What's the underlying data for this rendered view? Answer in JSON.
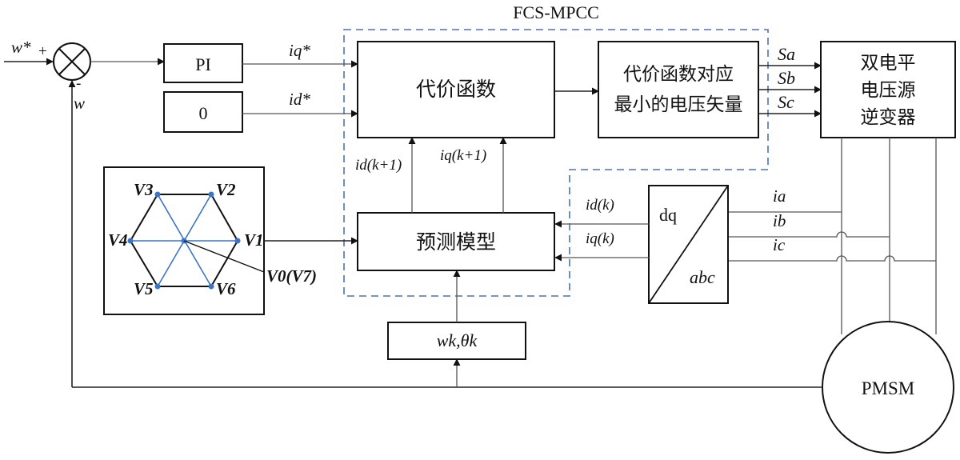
{
  "diagram": {
    "region_title": "FCS-MPCC",
    "blocks": {
      "pi": "PI",
      "zero": "0",
      "cost": "代价函数",
      "minvec_line1": "代价函数对应",
      "minvec_line2": "最小的电压矢量",
      "inverter_line1": "双电平",
      "inverter_line2": "电压源",
      "inverter_line3": "逆变器",
      "predict": "预测模型",
      "transform_top": "dq",
      "transform_bottom": "abc",
      "speed_angle": "wk,θk",
      "motor": "PMSM"
    },
    "signals": {
      "w_ref": "w*",
      "plus": "+",
      "minus": "-",
      "w_fb": "w",
      "iq_ref": "iq*",
      "id_ref": "id*",
      "id_next": "id(k+1)",
      "iq_next": "iq(k+1)",
      "id_k": "id(k)",
      "iq_k": "iq(k)",
      "sa": "Sa",
      "sb": "Sb",
      "sc": "Sc",
      "ia": "ia",
      "ib": "ib",
      "ic": "ic"
    },
    "vectors": [
      "V1",
      "V2",
      "V3",
      "V4",
      "V5",
      "V6"
    ],
    "zero_vector": "V0(V7)",
    "colors": {
      "region_border": "#4a72b8",
      "vector_spokes": "#3a74c4",
      "lines": "#222222"
    }
  }
}
